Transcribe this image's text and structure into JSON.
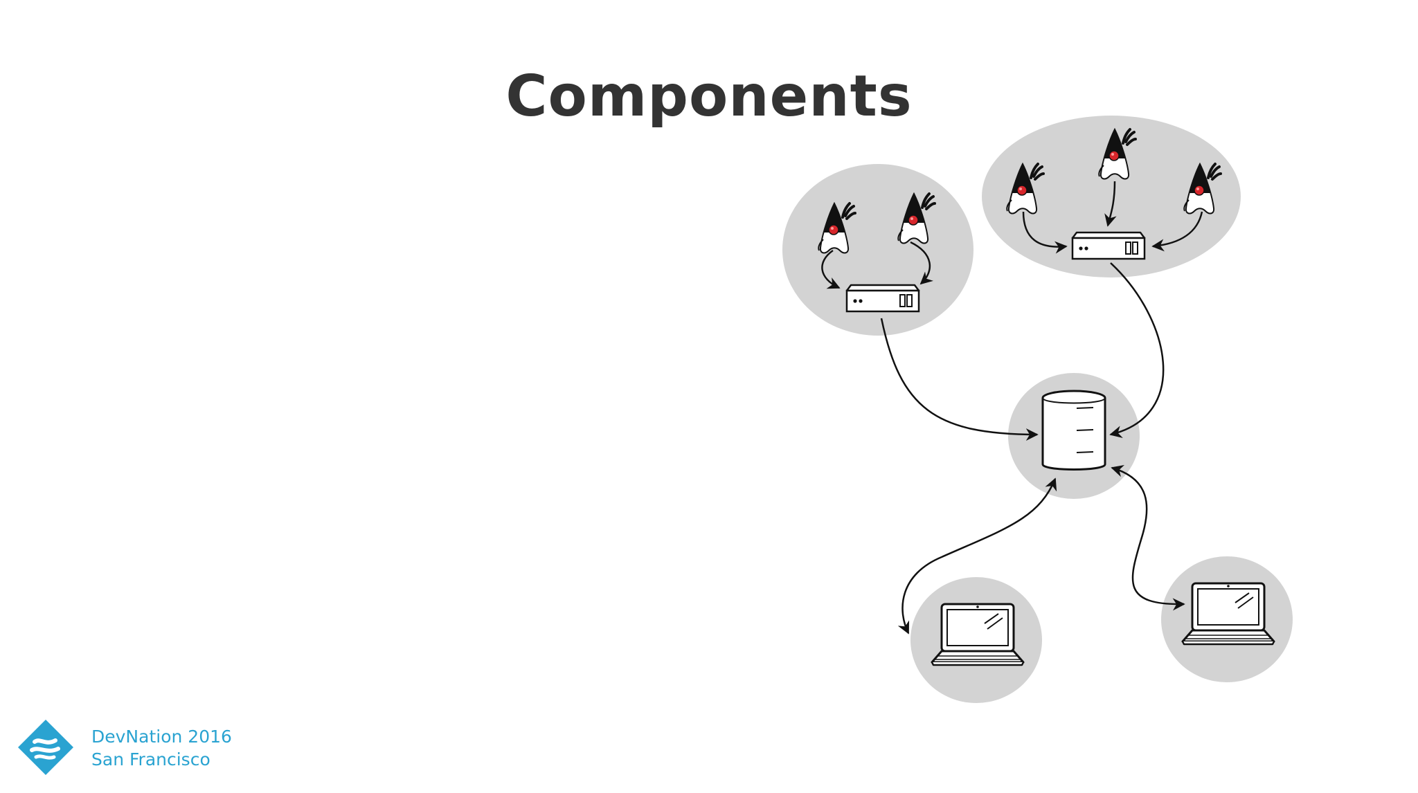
{
  "slide": {
    "title": "Components",
    "footer": {
      "event_line1": "DevNation 2016",
      "event_line2": "San Francisco"
    }
  },
  "colors": {
    "title": "#333333",
    "bubble": "#d3d3d3",
    "accent": "#2aa3d1",
    "duke_nose": "#d7262b"
  },
  "icons": {
    "mascot": "duke-mascot-icon",
    "server": "server-icon",
    "database": "database-icon",
    "laptop": "laptop-icon",
    "logo": "devnation-logo-icon"
  }
}
